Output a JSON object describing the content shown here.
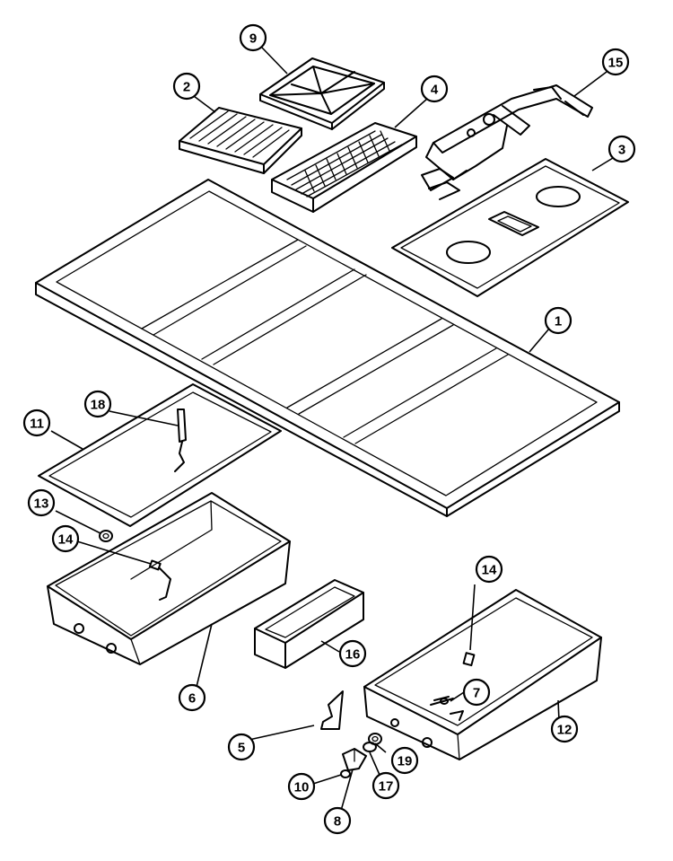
{
  "callouts": [
    {
      "key": "c1",
      "label": "1"
    },
    {
      "key": "c2",
      "label": "2"
    },
    {
      "key": "c3",
      "label": "3"
    },
    {
      "key": "c4",
      "label": "4"
    },
    {
      "key": "c5",
      "label": "5"
    },
    {
      "key": "c6",
      "label": "6"
    },
    {
      "key": "c7",
      "label": "7"
    },
    {
      "key": "c8",
      "label": "8"
    },
    {
      "key": "c9",
      "label": "9"
    },
    {
      "key": "c10",
      "label": "10"
    },
    {
      "key": "c11",
      "label": "11"
    },
    {
      "key": "c12",
      "label": "12"
    },
    {
      "key": "c13",
      "label": "13"
    },
    {
      "key": "c14a",
      "label": "14"
    },
    {
      "key": "c14b",
      "label": "14"
    },
    {
      "key": "c15",
      "label": "15"
    },
    {
      "key": "c16",
      "label": "16"
    },
    {
      "key": "c17",
      "label": "17"
    },
    {
      "key": "c18",
      "label": "18"
    },
    {
      "key": "c19",
      "label": "19"
    }
  ]
}
